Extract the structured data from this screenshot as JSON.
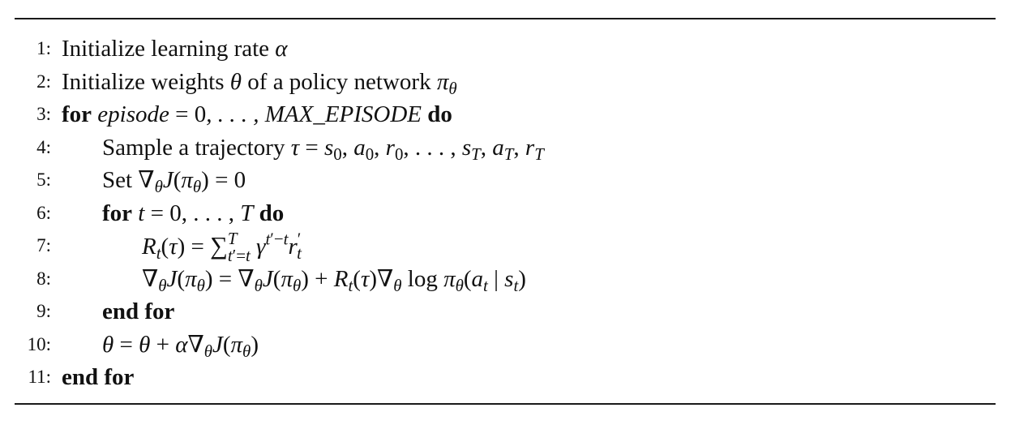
{
  "algorithm": {
    "lines": [
      {
        "num": "1:",
        "text": "Initialize learning rate α"
      },
      {
        "num": "2:",
        "text": "Initialize weights θ of a policy network πθ"
      },
      {
        "num": "3:",
        "kw_for": "for",
        "var": "episode",
        "text": "= 0, . . . , MAX_EPISODE",
        "kw_do": "do"
      },
      {
        "num": "4:",
        "text": "Sample a trajectory τ = s0, a0, r0, . . . , sT, aT, rT"
      },
      {
        "num": "5:",
        "text": "Set ∇θJ(πθ) = 0"
      },
      {
        "num": "6:",
        "kw_for": "for",
        "text": "t = 0, . . . , T",
        "kw_do": "do"
      },
      {
        "num": "7:",
        "text": "Rt(τ) = ∑t′=tT γt′−t r′t"
      },
      {
        "num": "8:",
        "text": "∇θJ(πθ) = ∇θJ(πθ) + Rt(τ)∇θ log πθ(at | st)"
      },
      {
        "num": "9:",
        "text": "end for"
      },
      {
        "num": "10:",
        "text": "θ = θ + α∇θJ(πθ)"
      },
      {
        "num": "11:",
        "text": "end for"
      }
    ]
  }
}
